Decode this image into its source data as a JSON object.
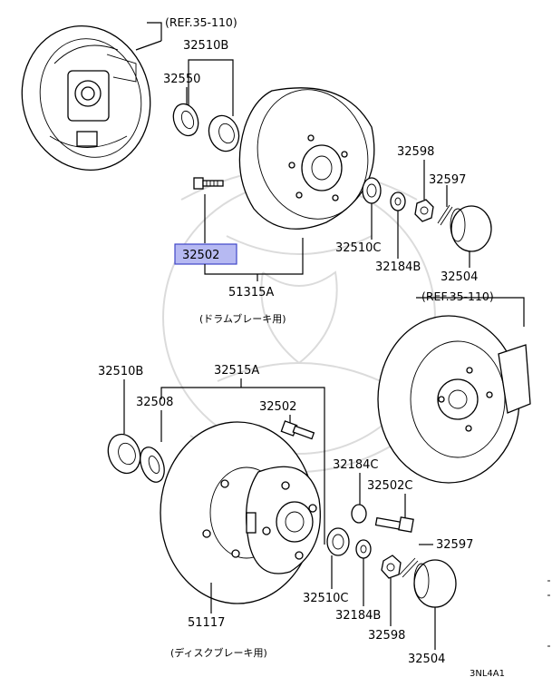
{
  "upper": {
    "ref": "(REF.35-110)",
    "caption": "(ドラムブレーキ用)",
    "parts": {
      "p32510B": "32510B",
      "p32550": "32550",
      "p32502": "32502",
      "p51315A": "51315A",
      "p32598": "32598",
      "p32597": "32597",
      "p32510C": "32510C",
      "p32184B": "32184B",
      "p32504": "32504"
    }
  },
  "lower": {
    "ref": "(REF.35-110)",
    "caption": "(ディスクブレーキ用)",
    "parts": {
      "p32510B": "32510B",
      "p32515A": "32515A",
      "p32508": "32508",
      "p32502": "32502",
      "p32184C": "32184C",
      "p32502C": "32502C",
      "p32597": "32597",
      "p51117": "51117",
      "p32510C": "32510C",
      "p32184B": "32184B",
      "p32598": "32598",
      "p32504": "32504"
    }
  },
  "diagram_code": "3NL4A1",
  "highlight_color": "#b6b9f2"
}
